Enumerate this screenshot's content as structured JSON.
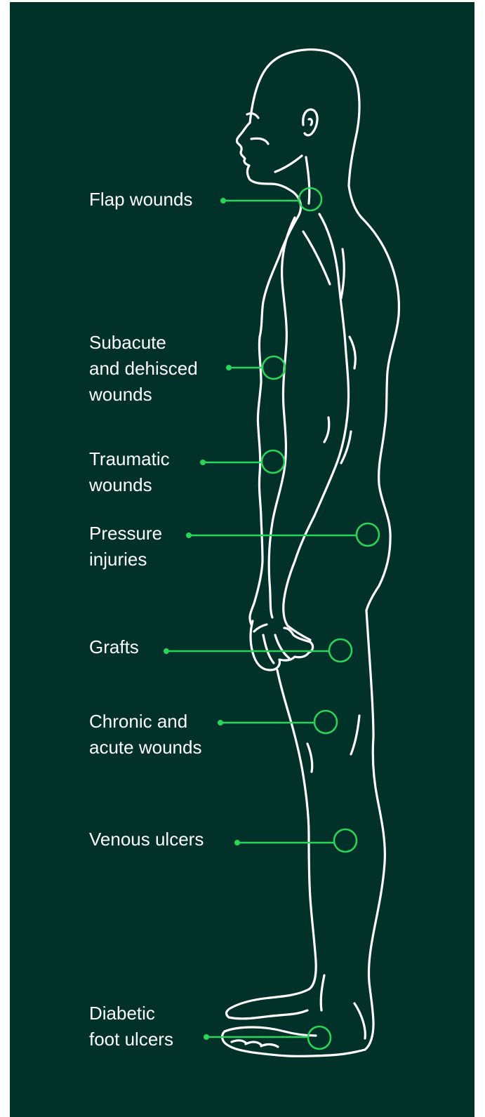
{
  "colors": {
    "background": "#02312a",
    "accent": "#28d65a",
    "outline": "#ffffff"
  },
  "labels": [
    {
      "lines": [
        "Flap wounds"
      ]
    },
    {
      "lines": [
        "Subacute",
        "and dehisced",
        "wounds"
      ]
    },
    {
      "lines": [
        "Traumatic",
        "wounds"
      ]
    },
    {
      "lines": [
        "Pressure",
        "injuries"
      ]
    },
    {
      "lines": [
        "Grafts"
      ]
    },
    {
      "lines": [
        "Chronic and",
        "acute wounds"
      ]
    },
    {
      "lines": [
        "Venous ulcers"
      ]
    },
    {
      "lines": [
        "Diabetic",
        "foot ulcers"
      ]
    }
  ]
}
